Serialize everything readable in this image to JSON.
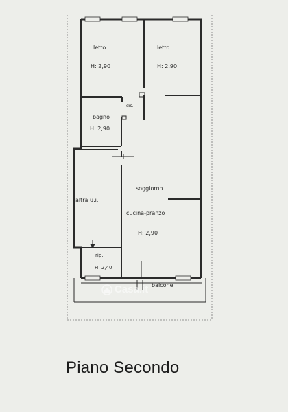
{
  "rooms": {
    "letto_left": {
      "name": "letto",
      "height": "H: 2,90"
    },
    "letto_right": {
      "name": "letto",
      "height": "H: 2,90"
    },
    "disimpegno": {
      "name": "dis."
    },
    "bagno": {
      "name": "bagno",
      "height": "H: 2,90"
    },
    "altra": {
      "name": "altra u.i."
    },
    "soggiorno": {
      "name": "soggiorno",
      "name2": "cucina-pranzo",
      "height": "H: 2,90"
    },
    "ripostiglio": {
      "name": "rip.",
      "height": "H: 2,40"
    },
    "balcone": {
      "name": "balcone"
    }
  },
  "title": "Piano Secondo",
  "watermark": "Casa.it",
  "colors": {
    "background": "#edeeea",
    "wall": "#2b2b2b",
    "thin": "#555555"
  }
}
